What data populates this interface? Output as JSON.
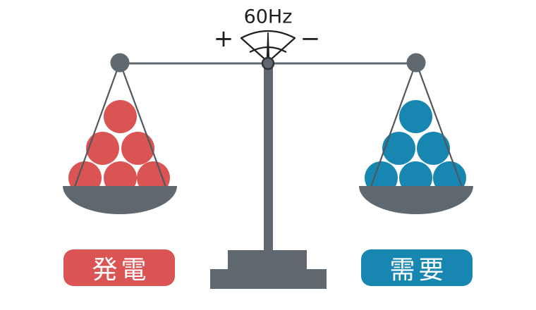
{
  "gauge": {
    "frequency_label": "60Hz",
    "plus_label": "+",
    "minus_label": "−",
    "needle_position": "center"
  },
  "left_pan": {
    "label": "発電",
    "ball_count": 6
  },
  "right_pan": {
    "label": "需要",
    "ball_count": 6
  },
  "colors": {
    "background": "#ffffff",
    "slate": "#5e686e",
    "string": "#4f585e",
    "ink": "#1e1e1c",
    "pivot_ring": "#2e3639",
    "generation_red": "#d95452",
    "demand_blue": "#1786b1",
    "label_text": "#ffffff"
  }
}
